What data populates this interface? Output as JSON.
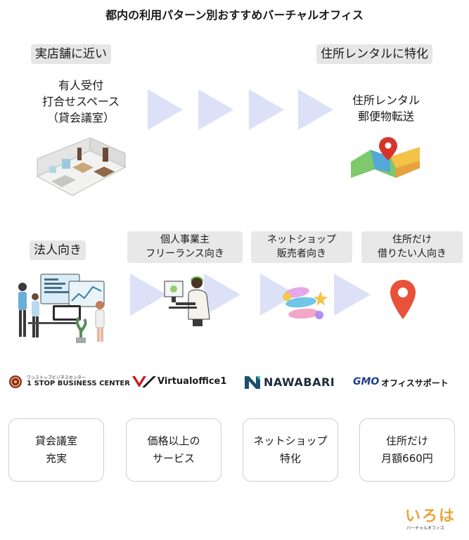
{
  "title": "都内の利用パターン別おすすめバーチャルオフィス",
  "top_left": {
    "label": "実店舗に近い",
    "lines": [
      "有人受付",
      "打合せスペース",
      "（貸会議室）"
    ]
  },
  "top_right": {
    "label": "住所レンタルに特化",
    "lines": [
      "住所レンタル",
      "郵便物転送"
    ]
  },
  "middle": {
    "corporate": "法人向き",
    "freelance": [
      "個人事業主",
      "フリーランス向き"
    ],
    "netshop": [
      "ネットショップ",
      "販売者向き"
    ],
    "address": [
      "住所だけ",
      "借りたい人向き"
    ]
  },
  "brands": {
    "b1_small": "ワンストップビジネスセンター",
    "b1_main": "1 STOP BUSINESS CENTER",
    "b2": "Virtualoffice1",
    "b3": "NAWABARI",
    "b4_gmo": "GMO",
    "b4_rest": "オフィスサポート"
  },
  "cards": [
    [
      "貸会議室",
      "充実"
    ],
    [
      "価格以上の",
      "サービス"
    ],
    [
      "ネットショップ",
      "特化"
    ],
    [
      "住所だけ",
      "月額660円"
    ]
  ],
  "site_logo": {
    "main": "いろは",
    "sub": "バーチャルオフィス"
  },
  "colors": {
    "arrow": "#dde1f7",
    "pin": "#e8513a",
    "gmo_blue": "#1d3c8f"
  }
}
